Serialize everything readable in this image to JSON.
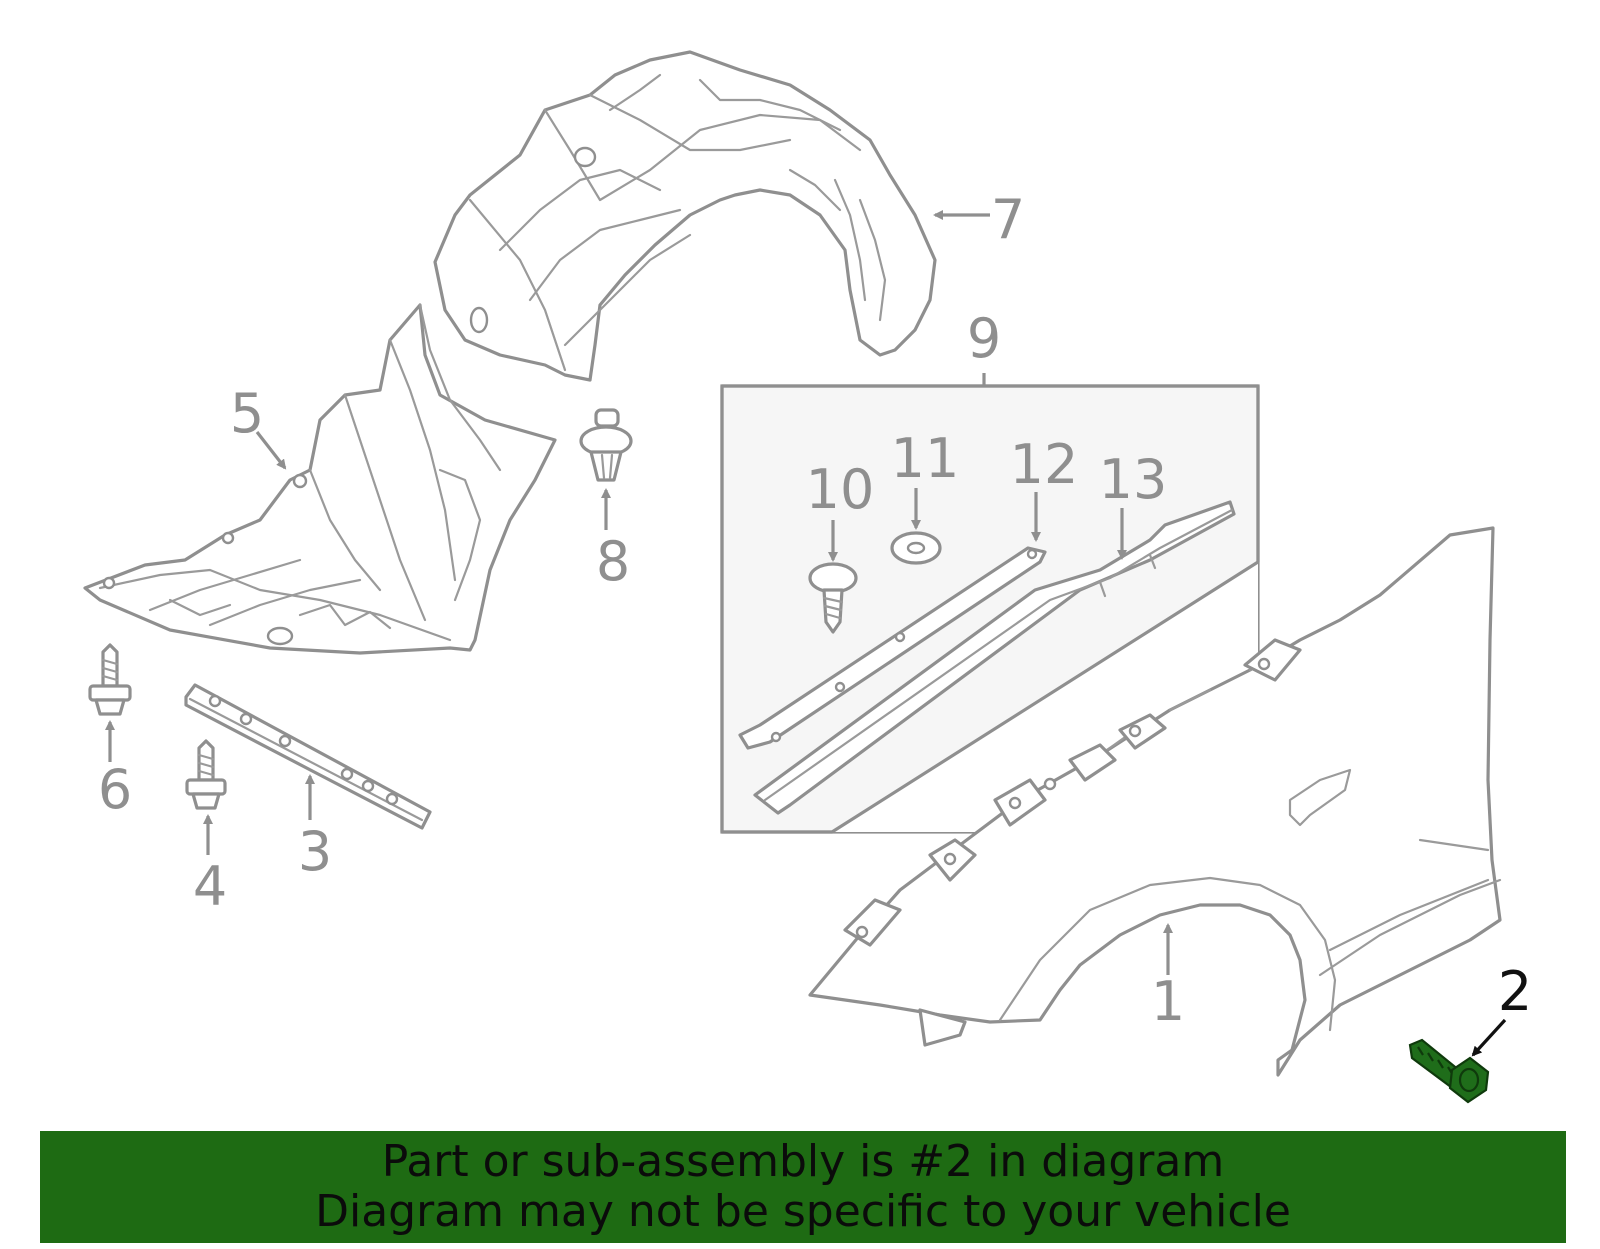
{
  "callouts": {
    "c1": "1",
    "c2": "2",
    "c3": "3",
    "c4": "4",
    "c5": "5",
    "c6": "6",
    "c7": "7",
    "c8": "8",
    "c9": "9",
    "c10": "10",
    "c11": "11",
    "c12": "12",
    "c13": "13"
  },
  "highlighted_part": "2",
  "colors": {
    "highlight": "#1e6b13",
    "line": "#8f8f8f",
    "banner_text": "#0b0b0b"
  },
  "banner": {
    "line1": "Part or sub-assembly is #2 in diagram",
    "line2": "Diagram may not be specific to your vehicle"
  }
}
